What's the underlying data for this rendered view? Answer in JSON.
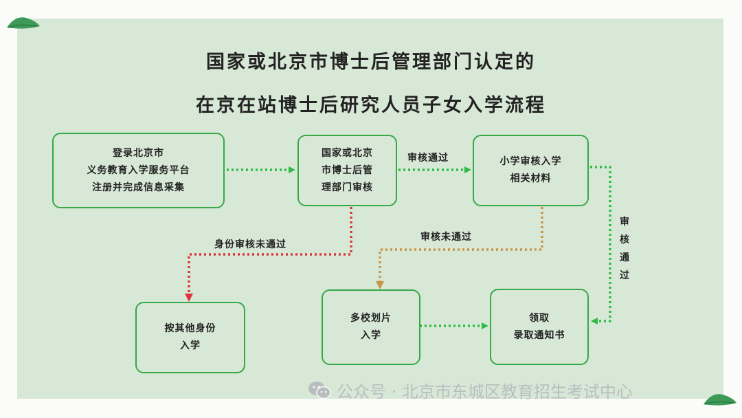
{
  "title": {
    "line1": "国家或北京市博士后管理部门认定的",
    "line2": "在京在站博士后研究人员子女入学流程"
  },
  "nodes": {
    "register": [
      "登录北京市",
      "义务教育入学服务平台",
      "注册并完成信息采集"
    ],
    "dept_review": [
      "国家或北京",
      "市博士后管",
      "理部门审核"
    ],
    "school_review": [
      "小学审核入学",
      "相关材料"
    ],
    "other_identity": [
      "按其他身份",
      "入学"
    ],
    "multi_school": [
      "多校划片",
      "入学"
    ],
    "notice": [
      "领取",
      "录取通知书"
    ]
  },
  "edges": {
    "review_pass": "审核通过",
    "identity_fail": "身份审核未通过",
    "review_fail": "审核未通过",
    "review_pass_vertical": [
      "审",
      "核",
      "通",
      "过"
    ]
  },
  "watermark": {
    "text": "公众号 · 北京市东城区教育招生考试中心",
    "icon": "wechat-icon"
  },
  "colors": {
    "panel": "#d8e8d6",
    "border": "#36a846",
    "green_arrow": "#2dbb45",
    "red_arrow": "#d9353a",
    "yellow_arrow": "#f0d07a",
    "brown_arrow": "#c9954a"
  }
}
